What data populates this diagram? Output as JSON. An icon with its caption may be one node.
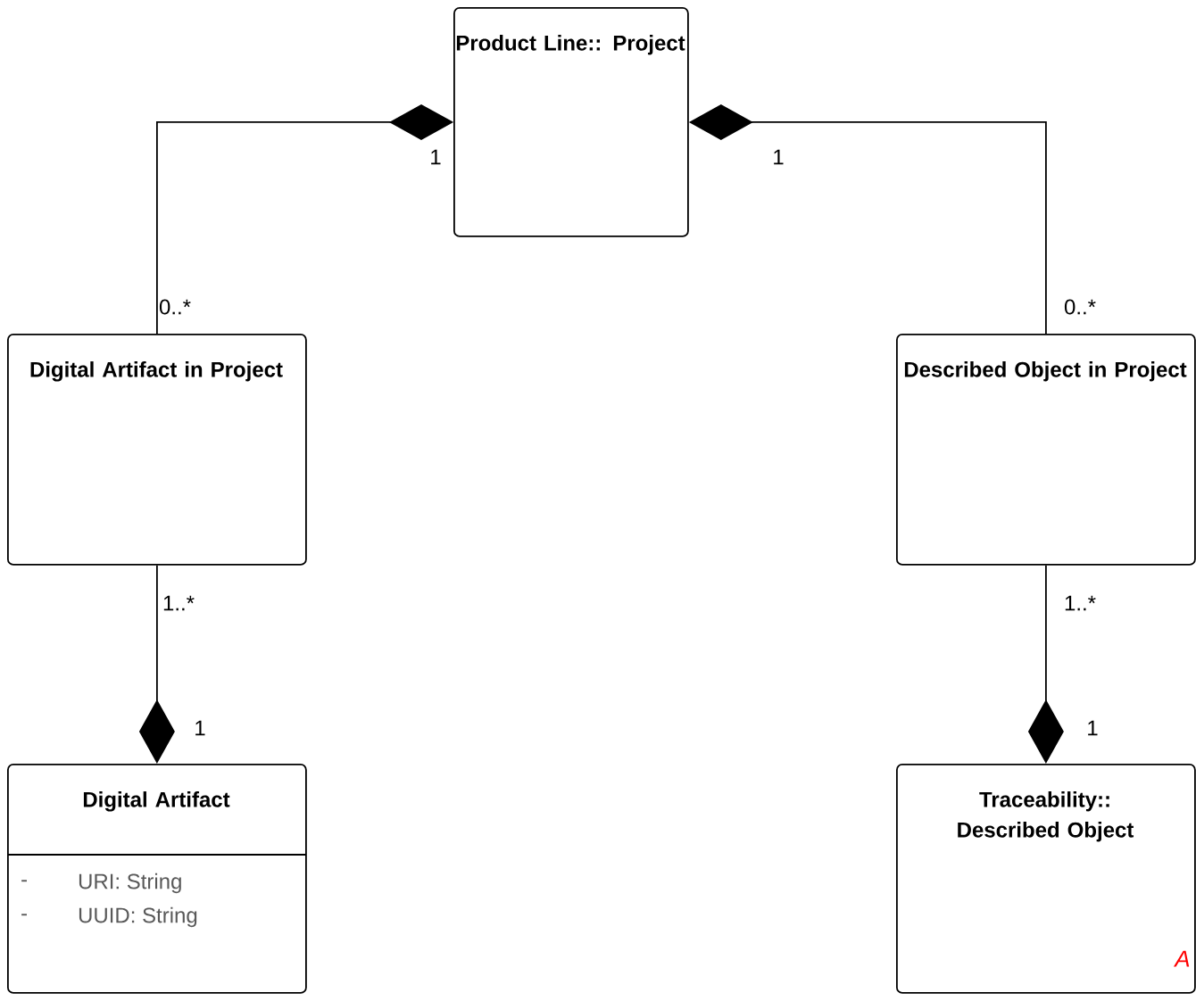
{
  "diagram": {
    "nodes": [
      {
        "text": [
          "Product Line:: Project"
        ]
      },
      {
        "text": [
          "Digital Artifact in Project"
        ]
      },
      {
        "text": [
          "Described Object in Project"
        ]
      },
      {
        "text": [
          "Digital Artifact",
          "-",
          "URI: String",
          "-",
          "UUID: String"
        ]
      },
      {
        "text": [
          "Traceability:: Described Object",
          "A"
        ]
      }
    ],
    "edges": [
      {
        "from": 1,
        "to": 0,
        "arrow": "other"
      },
      {
        "from": 2,
        "to": 0,
        "arrow": "other"
      },
      {
        "from": 1,
        "to": 3,
        "arrow": "other"
      },
      {
        "from": 2,
        "to": 4,
        "arrow": "other"
      }
    ],
    "labels": [
      "1",
      "1",
      "0..*",
      "0..*",
      "1..*",
      "1",
      "1..*",
      "1"
    ]
  }
}
